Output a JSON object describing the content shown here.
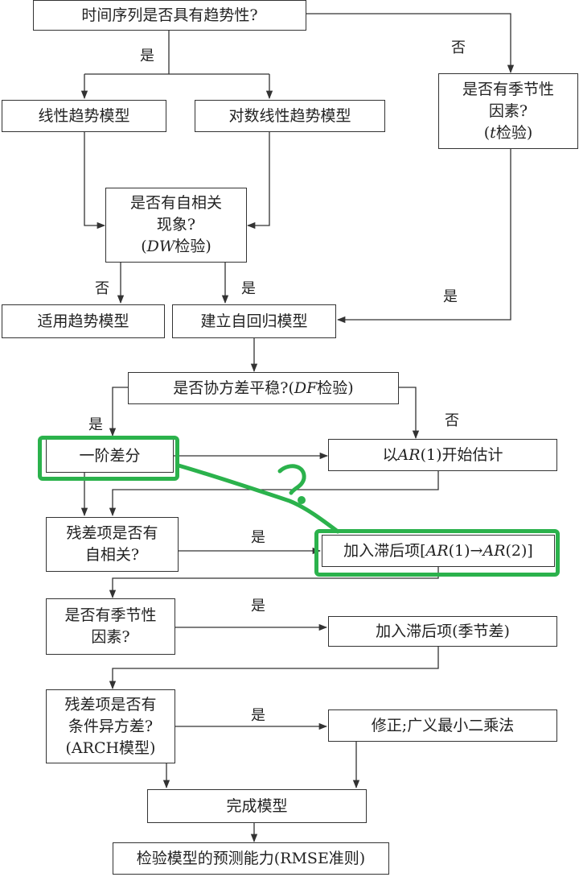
{
  "boxes": {
    "trend_question": "时间序列是否具有趋势性?",
    "linear_trend": "线性趋势模型",
    "log_linear_trend": "对数线性趋势模型",
    "seasonal_question_1": {
      "line1": "是否有季节性",
      "line2": "因素?",
      "line3_paren_open": "(",
      "line3_var": "t",
      "line3_rest": "检验)"
    },
    "autocorr_question": {
      "line1": "是否有自相关",
      "line2": "现象?",
      "line3_paren_open": "(",
      "line3_var": "DW",
      "line3_rest": "检验)"
    },
    "apply_trend": "适用趋势模型",
    "build_ar": "建立自回归模型",
    "cov_stationary": {
      "text": "是否协方差平稳?(",
      "var": "DF",
      "rest": "检验)"
    },
    "first_diff": "一阶差分",
    "start_ar1": {
      "prefix": "以",
      "var": "AR",
      "rest": "(1)开始估计"
    },
    "residual_autocorr": {
      "line1": "残差项是否有",
      "line2": "自相关?"
    },
    "add_lag": {
      "prefix": "加入滞后项[",
      "var1": "AR",
      "mid": "(1)→",
      "var2": "AR",
      "rest": "(2)]"
    },
    "seasonal_question_2": {
      "line1": "是否有季节性",
      "line2": "因素?"
    },
    "add_seasonal_lag": "加入滞后项(季节差)",
    "arch_question": {
      "line1": "残差项是否有",
      "line2": "条件异方差?",
      "line3": "(ARCH模型)"
    },
    "gls_fix": "修正;广义最小二乘法",
    "complete_model": "完成模型",
    "validate": "检验模型的预测能力(RMSE准则)"
  },
  "edge_labels": {
    "yes": "是",
    "no": "否"
  },
  "annotation": {
    "handwritten_mark": "?",
    "color": "#2bb24c"
  }
}
